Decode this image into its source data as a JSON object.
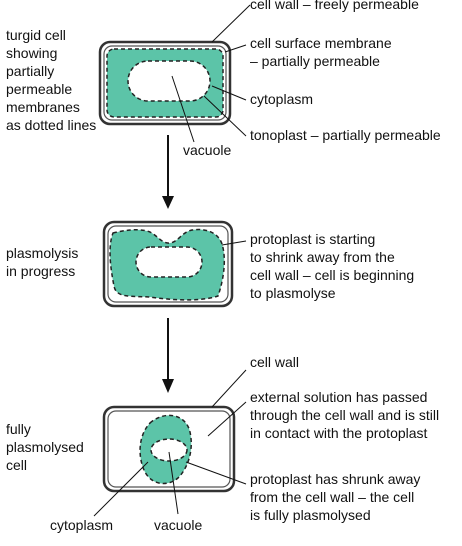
{
  "stage1": {
    "side_label": [
      "turgid cell",
      "showing",
      "partially",
      "permeable",
      "membranes",
      "as dotted lines"
    ],
    "cell_wall": "cell wall – freely permeable",
    "membrane": [
      "cell surface membrane",
      "– partially permeable"
    ],
    "cytoplasm": "cytoplasm",
    "tonoplast": "tonoplast – partially permeable",
    "vacuole": "vacuole"
  },
  "stage2": {
    "side_label": [
      "plasmolysis",
      "in progress"
    ],
    "protoplast": [
      "protoplast is starting",
      "to shrink away from the",
      "cell wall – cell is beginning",
      "to plasmolyse"
    ]
  },
  "stage3": {
    "side_label": [
      "fully",
      "plasmolysed",
      "cell"
    ],
    "cell_wall": "cell wall",
    "external": [
      "external solution has passed",
      "through the cell wall and is still",
      "in contact with the protoplast"
    ],
    "protoplast": [
      "protoplast has shrunk away",
      "from the cell wall – the cell",
      "is fully plasmolysed"
    ],
    "cytoplasm": "cytoplasm",
    "vacuole": "vacuole"
  },
  "colors": {
    "cytoplasm": "#5cc4a8",
    "wall": "#333333"
  }
}
